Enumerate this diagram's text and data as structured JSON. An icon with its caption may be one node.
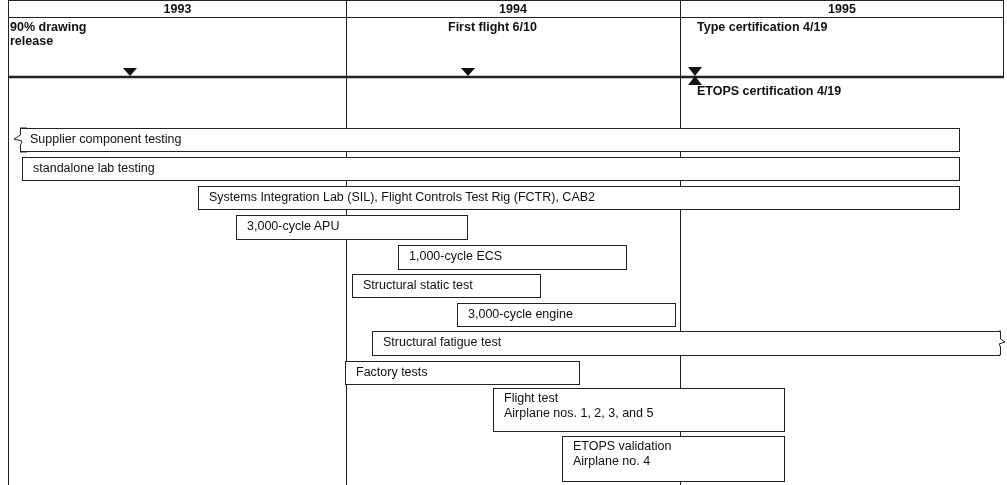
{
  "diagram": {
    "nodes": [
      {
        "text": [
          "Supplier component testing"
        ]
      },
      {
        "text": [
          "standalone lab testing"
        ]
      },
      {
        "text": [
          "Systems Integration Lab (SIL), Flight Controls Test Rig (FCTR), CAB2"
        ]
      },
      {
        "text": [
          "3,000-cycle APU"
        ]
      },
      {
        "text": [
          "1,000-cycle ECS"
        ]
      },
      {
        "text": [
          "Structural static test"
        ]
      },
      {
        "text": [
          "3,000-cycle engine"
        ]
      },
      {
        "text": [
          "Structural fatigue test"
        ]
      },
      {
        "text": [
          "Factory tests"
        ]
      },
      {
        "text": [
          "Flight test",
          "Airplane nos. 1, 2, 3, and 5"
        ]
      },
      {
        "text": [
          "ETOPS validation",
          "Airplane no. 4"
        ]
      }
    ],
    "labels": [
      "1993",
      "1994",
      "1995",
      "90% drawing release",
      "First flight 6/10",
      "Type certification 4/19",
      "ETOPS certification 4/19"
    ]
  }
}
